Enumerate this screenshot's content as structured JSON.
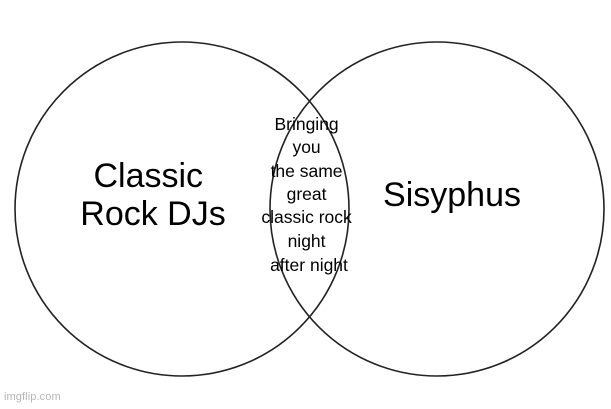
{
  "diagram": {
    "type": "venn",
    "left_set": {
      "lines": [
        "Classic",
        "Rock DJs"
      ]
    },
    "right_set": {
      "lines": [
        "Sisyphus"
      ]
    },
    "intersection": {
      "lines": [
        "Bringing",
        "you",
        "the same",
        "great",
        "classic rock",
        "night",
        "after night"
      ]
    }
  },
  "watermark": "imgflip.com",
  "colors": {
    "background": "#ffffff",
    "stroke": "#222222",
    "text": "#000000",
    "watermark": "#b5b5b5"
  }
}
